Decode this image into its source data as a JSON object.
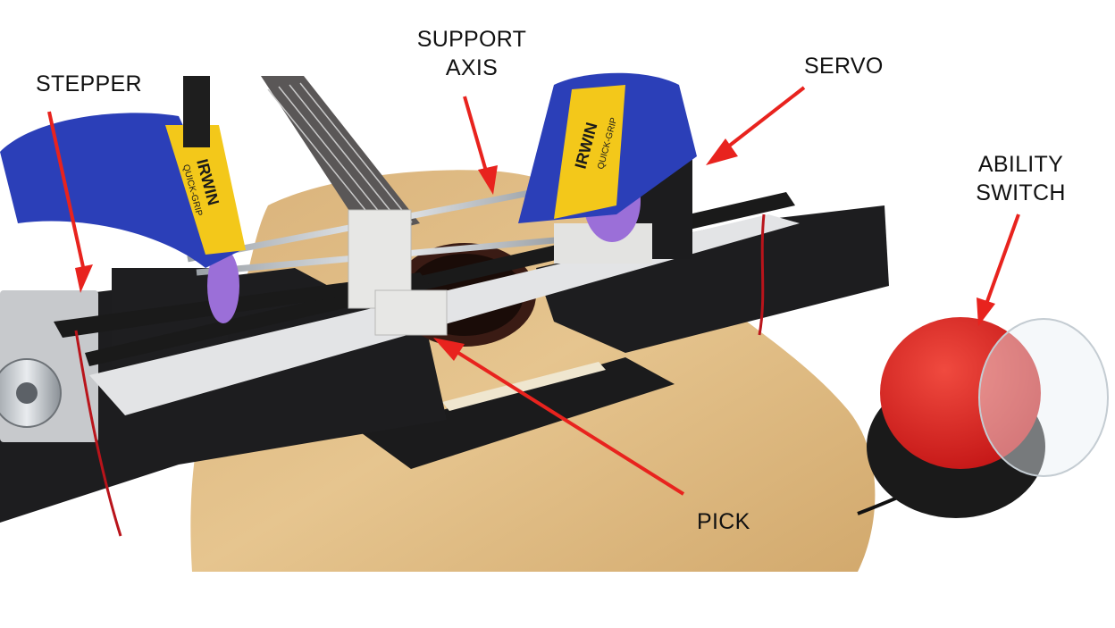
{
  "labels": {
    "stepper": "STEPPER",
    "support_line1": "SUPPORT",
    "support_line2": "AXIS",
    "servo": "SERVO",
    "ability_line1": "ABILITY",
    "ability_line2": "SWITCH",
    "pick": "PICK"
  },
  "clamp_brand": "IRWIN",
  "clamp_model": "QUICK-GRIP",
  "colors": {
    "arrow": "#e8231e",
    "clamp_blue": "#2b3fb8",
    "clamp_yellow": "#f3c81a",
    "guitar_wood": "#e2be86",
    "felt": "#1d1d1f",
    "button_red": "#e02020",
    "purple_wheel": "#9b6fd8"
  }
}
